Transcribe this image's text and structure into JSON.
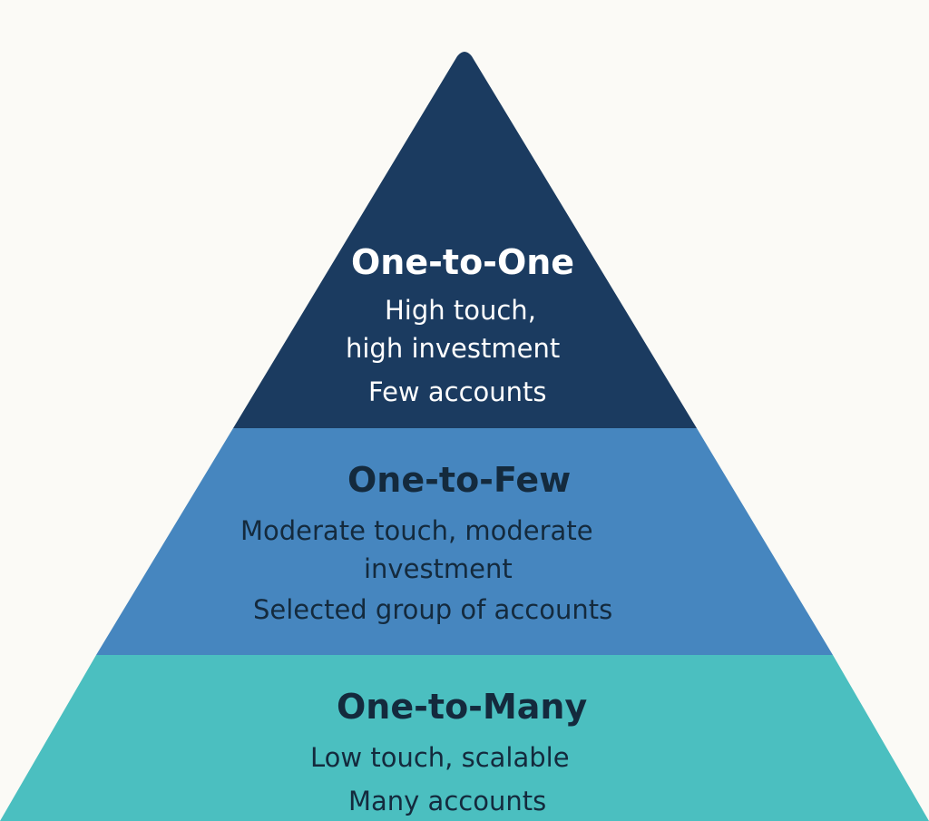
{
  "pyramid": {
    "tiers": [
      {
        "title": "One-to-One",
        "lines": [
          "High touch,",
          "high investment",
          "Few accounts"
        ],
        "color": "#1b3b60",
        "text_color": "#ffffff"
      },
      {
        "title": "One-to-Few",
        "lines": [
          "Moderate touch, moderate",
          "investment",
          "Selected group of accounts"
        ],
        "color": "#4686bf",
        "text_color": "#142a3d"
      },
      {
        "title": "One-to-Many",
        "lines": [
          "Low touch, scalable",
          "Many accounts"
        ],
        "color": "#4bbfc0",
        "text_color": "#142a3d"
      }
    ],
    "background": "#fbfaf6"
  }
}
